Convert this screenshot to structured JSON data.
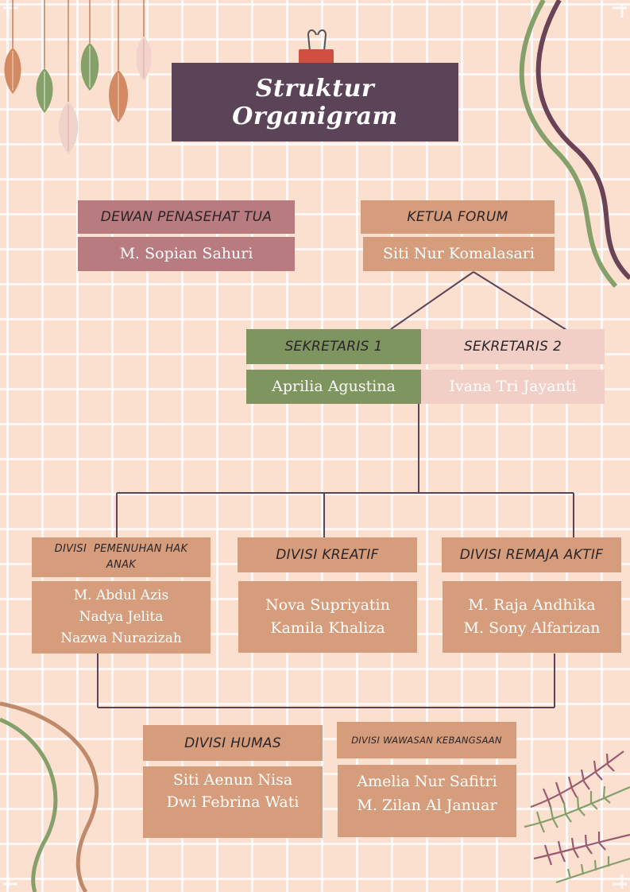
{
  "title": "Struktur Organigram",
  "dewan": {
    "header": "DEWAN PENASEHAT TUA",
    "name": "M. Sopian Sahuri"
  },
  "ketua": {
    "header": "KETUA FORUM",
    "name": "Siti Nur Komalasari"
  },
  "sekretaris1": {
    "header": "SEKRETARIS 1",
    "name": "Aprilia Agustina"
  },
  "sekretaris2": {
    "header": "SEKRETARIS 2",
    "name": "Ivana Tri Jayanti"
  },
  "divisions": {
    "pemenuhan": {
      "header_line1": "DIVISI  PEMENUHAN HAK",
      "header_line2": "ANAK",
      "members": [
        "M. Abdul Azis",
        "Nadya Jelita",
        "Nazwa Nurazizah"
      ]
    },
    "kreatif": {
      "header": "DIVISI KREATIF",
      "members": [
        "Nova Supriyatin",
        "Kamila Khaliza"
      ]
    },
    "remaja": {
      "header": "DIVISI REMAJA AKTIF",
      "members": [
        "M. Raja Andhika",
        "M. Sony Alfarizan"
      ]
    },
    "humas": {
      "header": "DIVISI HUMAS",
      "members": [
        "Siti Aenun Nisa",
        "Dwi Febrina Wati"
      ]
    },
    "wawasan": {
      "header": "DIVISI WAWASAN KEBANGSAAN",
      "members": [
        "Amelia Nur Safitri",
        "M. Zilan Al Januar"
      ]
    }
  },
  "colors": {
    "title_bg": "#5b4358",
    "rose": "#b87b7f",
    "tan": "#d69d7c",
    "green": "#7f9560",
    "pink": "#f2cfc6",
    "background": "#fbe0cf"
  }
}
